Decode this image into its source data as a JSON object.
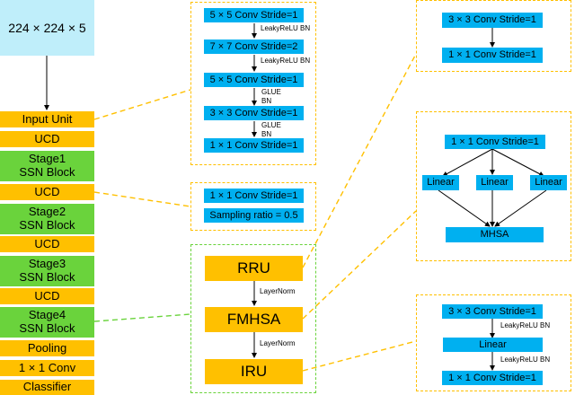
{
  "backbone": {
    "input": "224 × 224 × 5",
    "input_unit": "Input Unit",
    "ucd1": "UCD",
    "stage1": [
      "Stage1",
      "SSN Block"
    ],
    "ucd2": "UCD",
    "stage2": [
      "Stage2",
      "SSN Block"
    ],
    "ucd3": "UCD",
    "stage3": [
      "Stage3",
      "SSN Block"
    ],
    "ucd4": "UCD",
    "stage4": [
      "Stage4",
      "SSN Block"
    ],
    "pooling": "Pooling",
    "conv1x1": "1 × 1 Conv",
    "classifier": "Classifier"
  },
  "input_unit_detail": {
    "conv1": "5 × 5 Conv Stride=1",
    "act1": "LeakyReLU  BN",
    "conv2": "7 × 7 Conv Stride=2",
    "act2": "LeakyReLU  BN",
    "conv3": "5 × 5 Conv Stride=1",
    "act3": [
      "GLUE",
      "BN"
    ],
    "conv4": "3 × 3 Conv Stride=1",
    "act4": [
      "GLUE",
      "BN"
    ],
    "conv5": "1 × 1 Conv Stride=1"
  },
  "ucd_detail": {
    "conv": "1 × 1 Conv Stride=1",
    "sampling": "Sampling ratio = 0.5"
  },
  "ssn_block": {
    "rru": "RRU",
    "norm1": "LayerNorm",
    "fmhsa": "FMHSA",
    "norm2": "LayerNorm",
    "iru": "IRU"
  },
  "rru_detail": {
    "conv1": "3 × 3 Conv Stride=1",
    "conv2": "1 × 1 Conv Stride=1"
  },
  "fmhsa_detail": {
    "conv": "1 × 1 Conv Stride=1",
    "linear_left": "Linear",
    "linear_mid": "Linear",
    "linear_right": "Linear",
    "mhsa": "MHSA"
  },
  "iru_detail": {
    "conv1": "3 × 3 Conv Stride=1",
    "act1": "LeakyReLU  BN",
    "linear": "Linear",
    "act2": "LeakyReLU  BN",
    "conv2": "1 × 1 Conv Stride=1"
  },
  "colors": {
    "input": "#bfeefa",
    "orange": "#ffc000",
    "green": "#6ad33c",
    "blue": "#00b0f0"
  }
}
